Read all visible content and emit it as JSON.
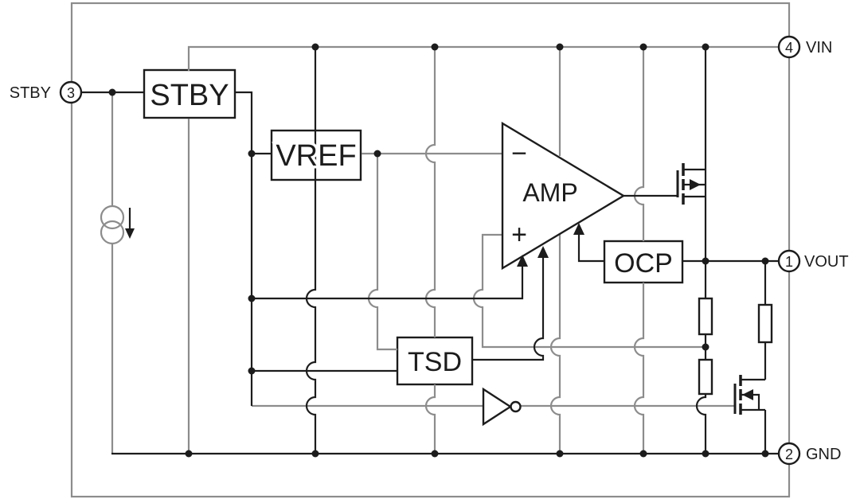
{
  "diagram": {
    "pins": [
      {
        "number": "3",
        "label": "STBY",
        "side": "left"
      },
      {
        "number": "4",
        "label": "VIN",
        "side": "right"
      },
      {
        "number": "1",
        "label": "VOUT",
        "side": "right"
      },
      {
        "number": "2",
        "label": "GND",
        "side": "right"
      }
    ],
    "blocks": {
      "stby": "STBY",
      "vref": "VREF",
      "amp": "AMP",
      "ocp": "OCP",
      "tsd": "TSD"
    },
    "amp": {
      "label": "AMP",
      "minus": "−",
      "plus": "+"
    },
    "colors": {
      "wire": "#1c1c1c",
      "wire_gray": "#8c8c8c",
      "background": "#ffffff"
    }
  }
}
